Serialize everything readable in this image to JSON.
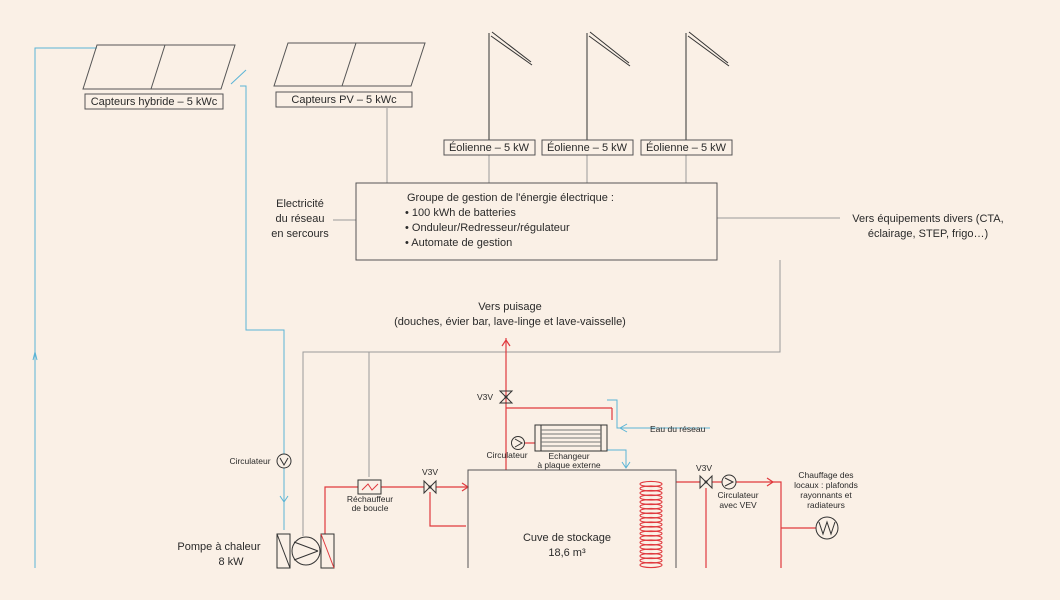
{
  "panels": {
    "hybrid": "Capteurs hybride – 5 kWc",
    "pv": "Capteurs PV – 5 kWc"
  },
  "turbines": [
    "Éolienne – 5 kW",
    "Éolienne – 5 kW",
    "Éolienne – 5 kW"
  ],
  "grid_backup": [
    "Electricité",
    "du réseau",
    "en sercours"
  ],
  "management": {
    "title": "Groupe de gestion de l'énergie électrique :",
    "items": [
      "• 100 kWh de batteries",
      "• Onduleur/Redresseur/régulateur",
      "• Automate de gestion"
    ]
  },
  "equipment": [
    "Vers équipements divers (CTA,",
    "éclairage, STEP, frigo…)"
  ],
  "draw_off": [
    "Vers puisage",
    "(douches, évier bar, lave-linge et lave-vaisselle)"
  ],
  "valves": [
    "V3V",
    "V3V",
    "V3V"
  ],
  "circulators": {
    "left": "Circulateur",
    "exchanger": "Circulateur",
    "vev": [
      "Circulateur",
      "avec VEV"
    ]
  },
  "exchanger": [
    "Echangeur",
    "à plaque externe"
  ],
  "mains_water": "Eau du réseau",
  "loop_heater": [
    "Réchauffeur",
    "de boucle"
  ],
  "heat_pump": [
    "Pompe à chaleur",
    "8 kW"
  ],
  "tank": {
    "name": "Cuve de stockage",
    "volume": "18,6 m³"
  },
  "heating": [
    "Chauffage des",
    "locaux : plafonds",
    "rayonnants et",
    "radiateurs"
  ],
  "colors": {
    "background": "#faf0e6",
    "water_cold": "#5ab4d6",
    "water_hot": "#e0393e",
    "electric": "#9a9a9a",
    "outline": "#555555"
  }
}
